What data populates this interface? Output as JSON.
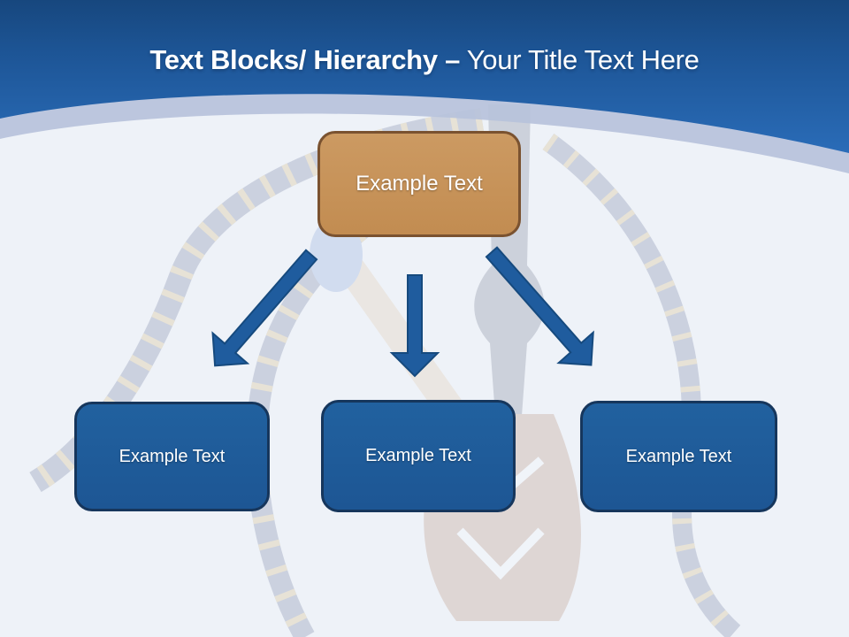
{
  "slide": {
    "header": {
      "title_bold": "Text Blocks/ Hierarchy –",
      "title_regular": "Your Title Text Here",
      "gradient_top": "#194e8b",
      "gradient_bottom": "#2a6cb8",
      "band_color": "#b7c2db"
    },
    "background_color": "#eef2f8",
    "watermark_icon": "hookah-pipe-photo-faded",
    "diagram": {
      "root": {
        "label": "Example Text",
        "fill": "#c6955e",
        "border": "#7a5230"
      },
      "children": [
        {
          "label": "Example Text"
        },
        {
          "label": "Example Text"
        },
        {
          "label": "Example Text"
        }
      ],
      "child_fill": "#1f5c9e",
      "child_border": "#16365c",
      "arrow_fill": "#1f5c9e",
      "arrow_border": "#164a7e"
    }
  }
}
